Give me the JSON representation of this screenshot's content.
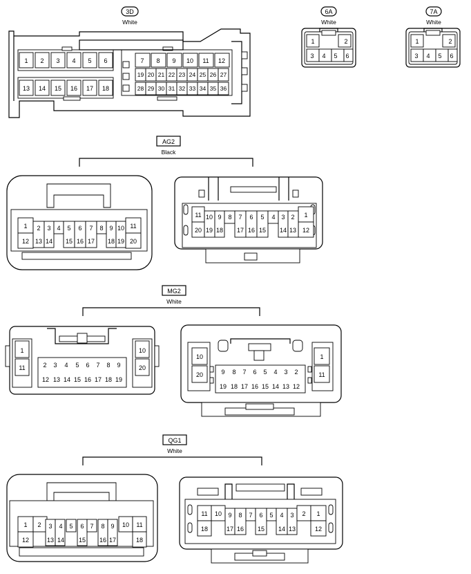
{
  "connectors": {
    "c3d": {
      "code": "3D",
      "color": "White",
      "row1": [
        "1",
        "2",
        "3",
        "4",
        "5",
        "6"
      ],
      "row2": [
        "13",
        "14",
        "15",
        "16",
        "17",
        "18"
      ],
      "r_row1": [
        "7",
        "8",
        "9",
        "10",
        "11",
        "12"
      ],
      "r_row2": [
        "19",
        "20",
        "21",
        "22",
        "23",
        "24",
        "25",
        "26",
        "27"
      ],
      "r_row3": [
        "28",
        "29",
        "30",
        "31",
        "32",
        "33",
        "34",
        "35",
        "36"
      ]
    },
    "c6a": {
      "code": "6A",
      "color": "White",
      "pins": [
        "1",
        "2",
        "3",
        "4",
        "5",
        "6"
      ]
    },
    "c7a": {
      "code": "7A",
      "color": "White",
      "pins": [
        "1",
        "2",
        "3",
        "4",
        "5",
        "6"
      ]
    },
    "ag2": {
      "code": "AG2",
      "color": "Black",
      "left_top": [
        "1",
        "2",
        "3",
        "4",
        "5",
        "6",
        "7",
        "8",
        "9",
        "10",
        "11"
      ],
      "left_bot": [
        "12",
        "13",
        "14",
        "15",
        "16",
        "17",
        "18",
        "19",
        "20"
      ],
      "right_top": [
        "11",
        "10",
        "9",
        "8",
        "7",
        "6",
        "5",
        "4",
        "3",
        "2",
        "1"
      ],
      "right_bot": [
        "20",
        "19",
        "18",
        "17",
        "16",
        "15",
        "14",
        "13",
        "12"
      ]
    },
    "mg2": {
      "code": "MG2",
      "color": "White",
      "left_top": [
        "1",
        "2",
        "3",
        "4",
        "5",
        "6",
        "7",
        "8",
        "9",
        "10"
      ],
      "left_bot": [
        "11",
        "12",
        "13",
        "14",
        "15",
        "16",
        "17",
        "18",
        "19",
        "20"
      ],
      "right_top": [
        "10",
        "9",
        "8",
        "7",
        "6",
        "5",
        "4",
        "3",
        "2",
        "1"
      ],
      "right_bot": [
        "20",
        "19",
        "18",
        "17",
        "16",
        "15",
        "14",
        "13",
        "12",
        "11"
      ]
    },
    "qg1": {
      "code": "QG1",
      "color": "White",
      "left_top": [
        "1",
        "2",
        "3",
        "4",
        "5",
        "6",
        "7",
        "8",
        "9",
        "10",
        "11"
      ],
      "left_bot": [
        "12",
        "13",
        "14",
        "15",
        "16",
        "17",
        "18"
      ],
      "right_top": [
        "11",
        "10",
        "9",
        "8",
        "7",
        "6",
        "5",
        "4",
        "3",
        "2",
        "1"
      ],
      "right_bot": [
        "18",
        "17",
        "16",
        "15",
        "14",
        "13",
        "12"
      ]
    }
  }
}
